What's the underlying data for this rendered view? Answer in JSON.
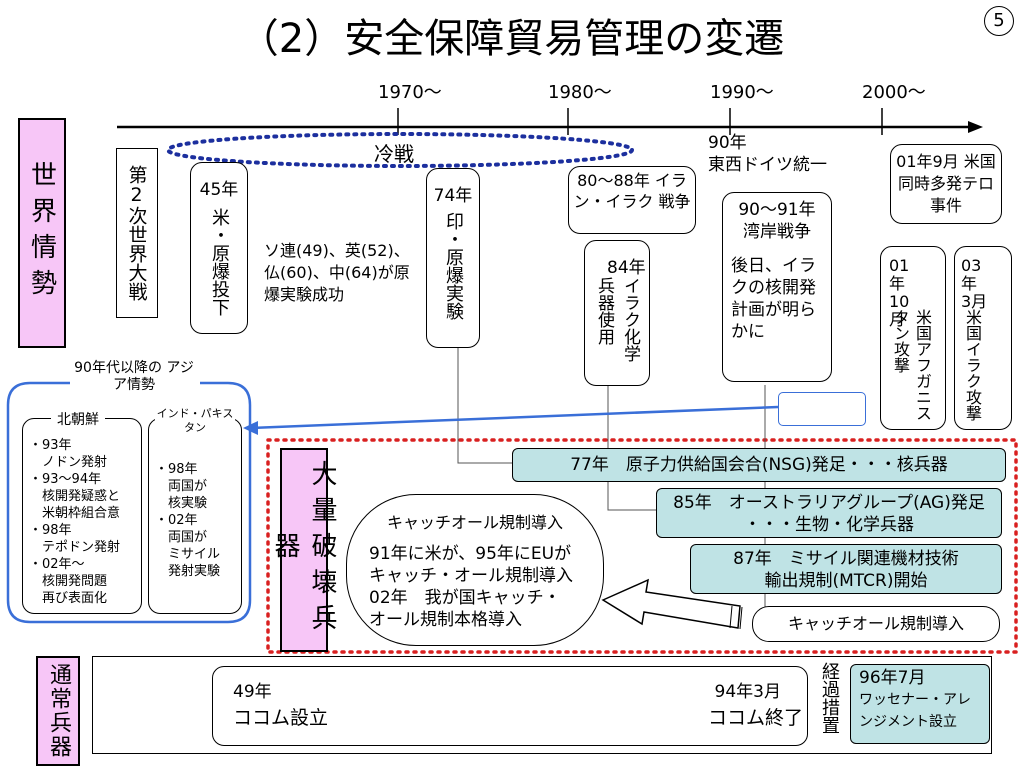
{
  "title": "（2）安全保障貿易管理の変遷",
  "page_number": "5",
  "timeline": {
    "years": [
      "1970～",
      "1980～",
      "1990～",
      "2000～"
    ]
  },
  "world_label": "世界情勢",
  "wmd_label": "大量破壊兵器",
  "conv_label": "通常兵器",
  "cold_war": "冷戦",
  "events": {
    "ww2": "第2次世界大戦",
    "e45_year": "45年",
    "e45_text": "米・原爆投下",
    "soviet": "ソ連(49)、英(52)、仏(60)、中(64)が原爆実験成功",
    "e74_year": "74年",
    "e74_text": "印・原爆実験",
    "iran_iraq": "80～88年 イラン・イラク 戦争",
    "e84_year": "84年",
    "e84_text": "イラク化学兵器使用",
    "de_year": "90年",
    "de_text": "東西ドイツ統一",
    "gulf_title": "90～91年 湾岸戦争",
    "gulf_text": "後日、イラクの核開発計画が明らかに",
    "terror": "01年9月 米国同時多発テロ事件",
    "afg_year": "01年 10月",
    "afg_text": "米国アフガニスタン攻撃",
    "iraq_year": "03年 3月",
    "iraq_text": "米国イラク攻撃"
  },
  "asia": {
    "title": "90年代以降の アジア情勢",
    "nk_title": "北朝鮮",
    "nk_items": [
      "・93年",
      "　ノドン発射",
      "・93～94年",
      "　核開発疑惑と",
      "　米朝枠組合意",
      "・98年",
      "　テポドン発射",
      "・02年～",
      "　核開発問題",
      "　再び表面化"
    ],
    "ip_title": "インド・パキスタン",
    "ip_items": [
      "・98年",
      "　両国が",
      "　核実験",
      "・02年",
      "　両国が",
      "　ミサイル",
      "　発射実験"
    ]
  },
  "regimes": {
    "nsg": "77年　原子力供給国会合(NSG)発足・・・核兵器",
    "ag1": "85年　オーストラリアグループ(AG)発足",
    "ag2": "・・・生物・化学兵器",
    "mtcr1": "87年　ミサイル関連機材技術",
    "mtcr2": "輸出規制(MTCR)開始"
  },
  "catchall": {
    "title": "キャッチオール規制導入",
    "body1": "91年に米が、95年にEUが",
    "body2": "キャッチ・オール規制導入",
    "body3": "02年　我が国キャッチ・",
    "body4": "オール規制本格導入",
    "tag": "キャッチオール規制導入"
  },
  "cocom": {
    "start_year": "49年",
    "start_text": "ココム設立",
    "end_year": "94年3月",
    "end_text": "ココム終了",
    "transition": "経過措置",
    "wa_year": "96年7月",
    "wa_text": "ワッセナー・アレンジメント設立"
  },
  "colors": {
    "pink": "#f7c6f7",
    "teal": "#bfe3e5",
    "blue_dots": "#1c2f9e",
    "red_dots": "#d92020",
    "asia_blue": "#3a6fd8"
  }
}
